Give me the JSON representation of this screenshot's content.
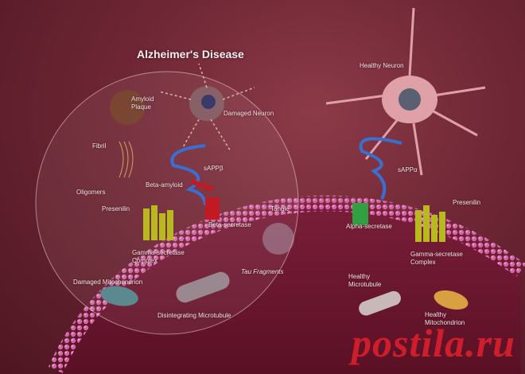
{
  "title": "Alzheimer's Disease",
  "labels": {
    "amyloid_plaque": "Amyloid\nPlaque",
    "damaged_neuron": "Damaged Neuron",
    "fibril": "Fibril",
    "oligomers": "Oligomers",
    "sappb": "sAPPβ",
    "beta_amyloid": "Beta-amyloid",
    "presenilin_left": "Presenilin",
    "beta_secretase": "Beta-secretase",
    "gamma_left": "Gamma-secretase\nComplex",
    "tangle": "Tangle",
    "tau_fragments": "Tau Fragments",
    "damaged_mito": "Damaged Mitochondrion",
    "disintegrating_mt": "Disintegrating Microtubule",
    "healthy_neuron": "Healthy Neuron",
    "sappa": "sAPPα",
    "presenilin_right": "Presenilin",
    "alpha_secretase": "Alpha-secretase",
    "gamma_right": "Gamma-secretase\nComplex",
    "healthy_mt": "Healthy\nMicrotubule",
    "healthy_mito": "Healthy\nMitochondrion"
  },
  "watermark": "postila.ru",
  "colors": {
    "membrane": "#c04a90",
    "sapp": "#3a6fd0",
    "gamma": "#b8b820",
    "beta": "#c01a24",
    "alpha": "#30a040",
    "watermark": "#d8202c"
  }
}
